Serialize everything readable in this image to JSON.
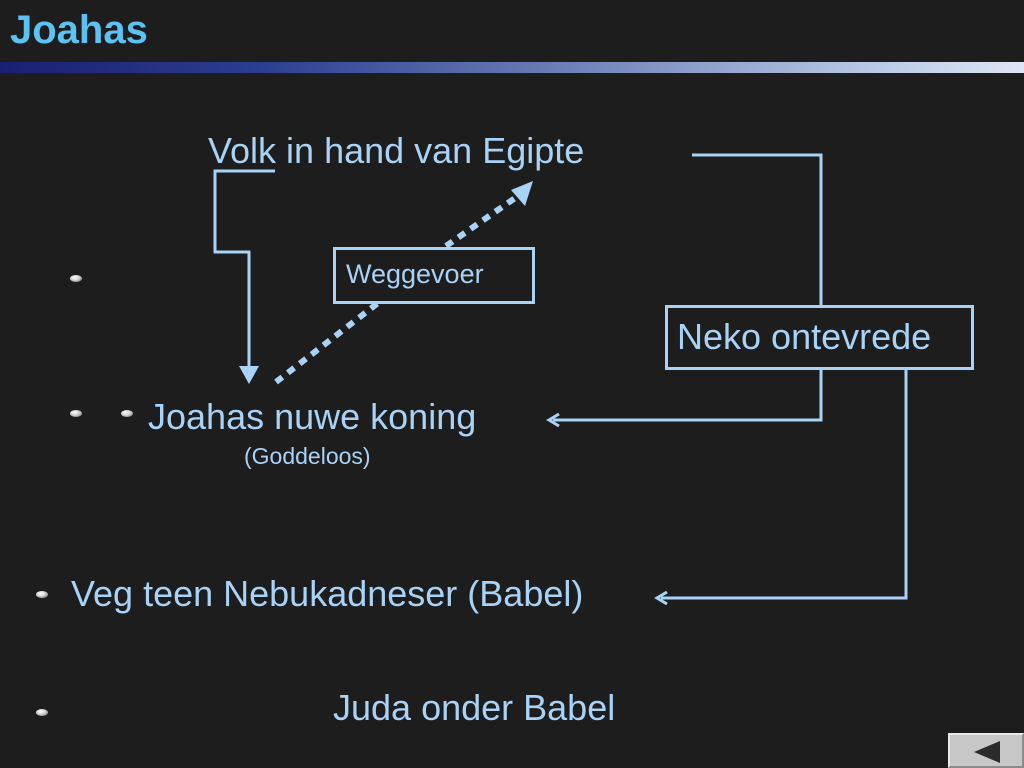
{
  "slide": {
    "title": "Joahas",
    "accent_color": "#5cc2f2",
    "text_color": "#a9d2f7",
    "background_color": "#1d1d1d"
  },
  "diagram": {
    "volk": "Volk in hand van Egipte",
    "weggevoer": "Weggevoer",
    "neko": "Neko ontevrede",
    "joahas_king": "Joahas nuwe koning",
    "goddeloos": "(Goddeloos)",
    "veg": "Veg teen Nebukadneser (Babel)",
    "juda": "Juda onder Babel"
  },
  "navigation": {
    "back_icon": "triangle-left-icon"
  }
}
